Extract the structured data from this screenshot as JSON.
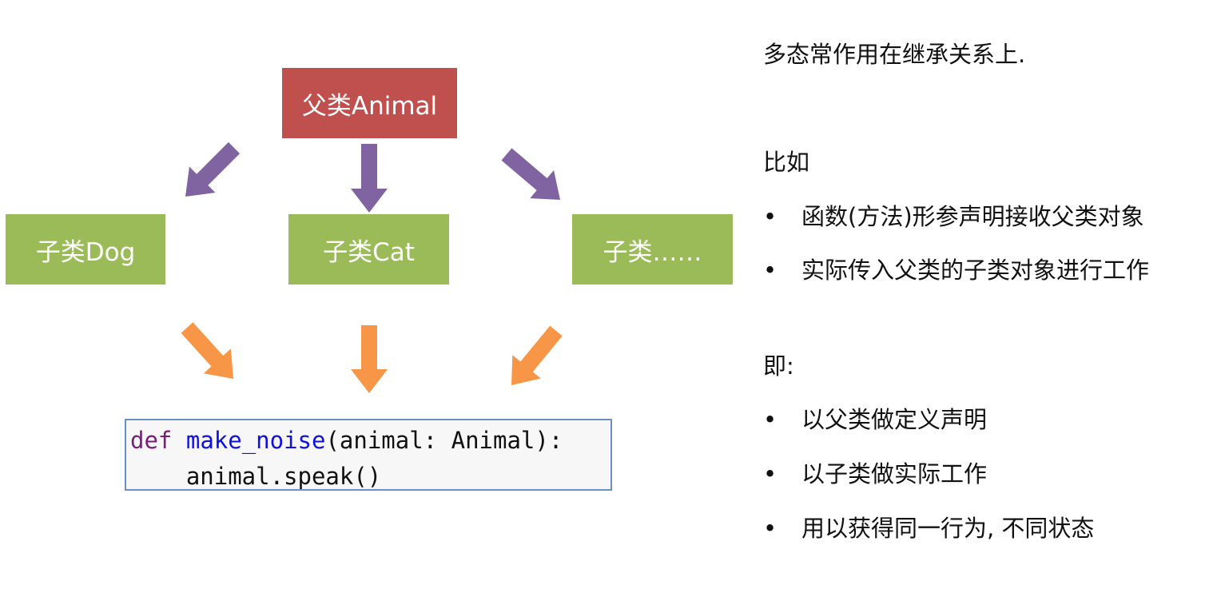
{
  "diagram": {
    "parent": "父类Animal",
    "children": [
      "子类Dog",
      "子类Cat",
      "子类……"
    ],
    "colors": {
      "parent": "#c0504d",
      "child": "#9bbb59",
      "inherit_arrow": "#8064a2",
      "use_arrow": "#f79646"
    }
  },
  "code": {
    "keyword": "def",
    "function": "make_noise",
    "signature_rest": "(animal: Animal):",
    "line2": "    animal.speak()"
  },
  "notes": {
    "intro": "多态常作用在继承关系上.",
    "example_heading": "比如",
    "example_bullets": [
      "函数(方法)形参声明接收父类对象",
      "实际传入父类的子类对象进行工作"
    ],
    "summary_heading": "即:",
    "summary_bullets": [
      "以父类做定义声明",
      "以子类做实际工作",
      "用以获得同一行为, 不同状态"
    ],
    "bullet_symbol": "•"
  }
}
